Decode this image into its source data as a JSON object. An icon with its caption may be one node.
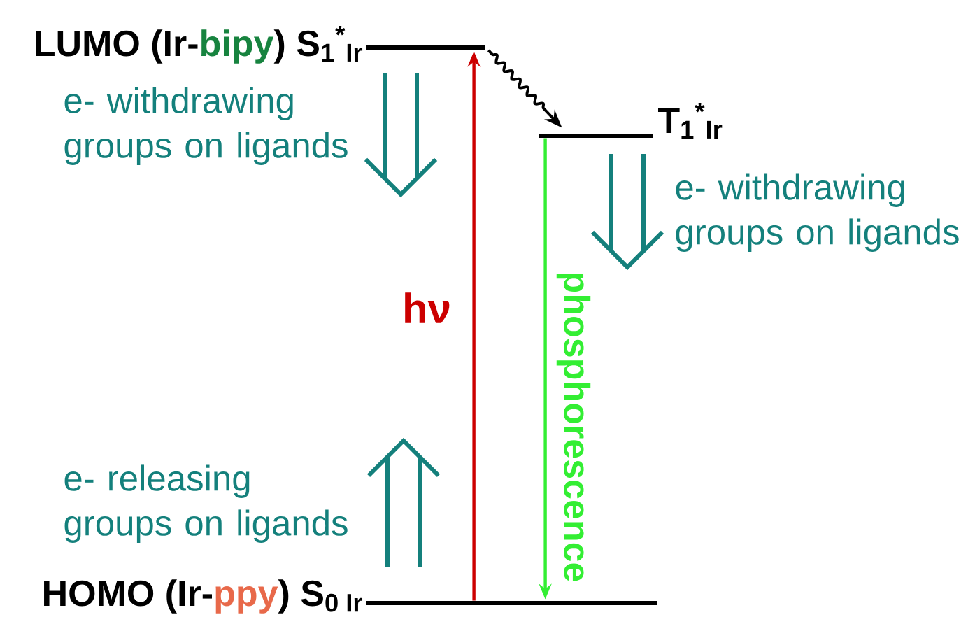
{
  "diagram": {
    "nodes": [
      {
        "text": [
          "LUMO (Ir-",
          "bipy",
          ")",
          "S$_{1}$$^{*}$$_{Ir}$"
        ]
      },
      {
        "text": [
          "T$_{1}$$^{*}$$_{Ir}$"
        ]
      },
      {
        "text": [
          "HOMO (Ir-",
          "ppy",
          ")",
          "S$_{0 Ir}$"
        ]
      }
    ],
    "edges": [
      {
        "from": 2,
        "to": 0,
        "arrow": "to",
        "label": "hν",
        "color": "#cc0000"
      },
      {
        "from": 0,
        "to": 1,
        "arrow": "to",
        "color": "#000000"
      },
      {
        "from": 1,
        "to": 2,
        "arrow": "to",
        "label": "phosphorescence",
        "color": "#33ee33"
      }
    ],
    "labels": [
      "e- withdrawing groups on ligands",
      "e- withdrawing groups on ligands",
      "e- releasing groups on ligands"
    ]
  }
}
